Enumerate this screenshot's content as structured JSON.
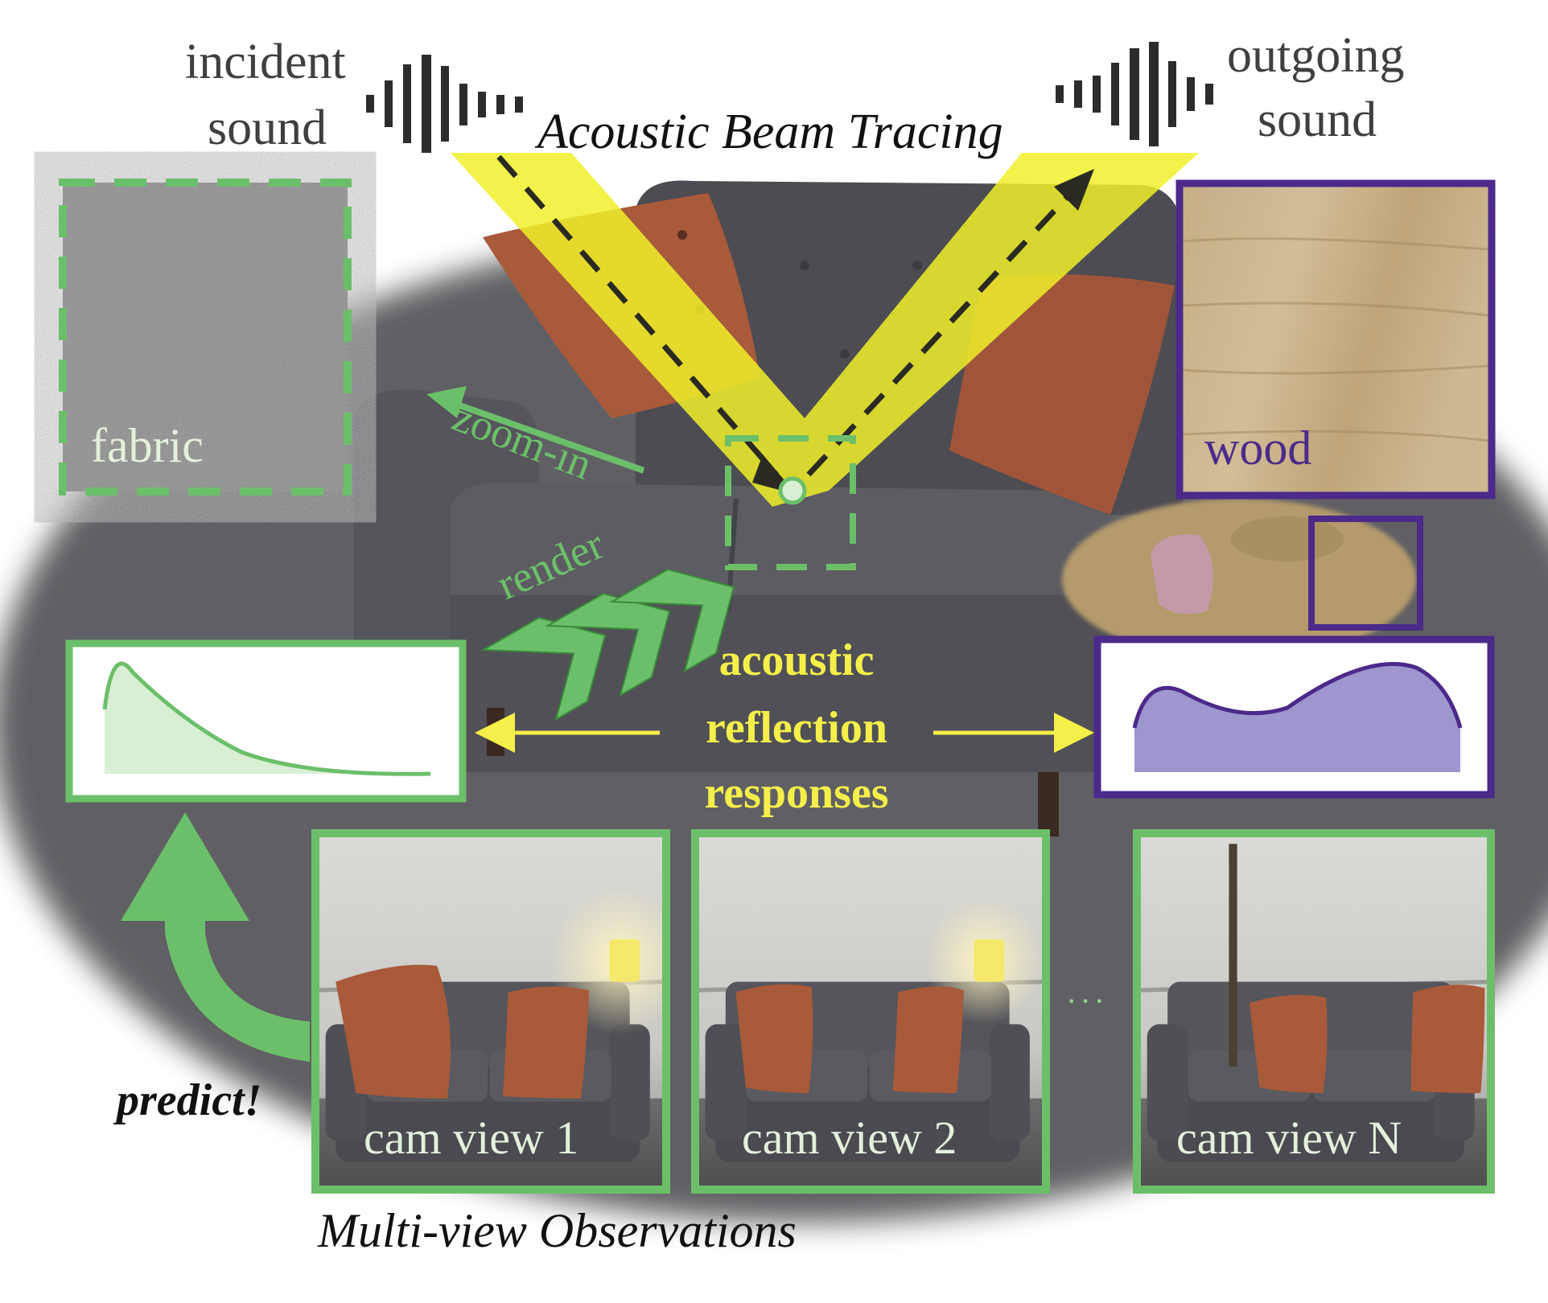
{
  "labels": {
    "incident_line1": "incident",
    "incident_line2": "sound",
    "outgoing_line1": "outgoing",
    "outgoing_line2": "sound",
    "beam_title": "Acoustic Beam Tracing",
    "fabric": "fabric",
    "wood": "wood",
    "zoom_in": "zoom-in",
    "render": "render",
    "responses_line1": "acoustic",
    "responses_line2": "reflection",
    "responses_line3": "responses",
    "predict": "predict!",
    "cam_view_1": "cam view 1",
    "cam_view_2": "cam view 2",
    "cam_view_n": "cam view N",
    "ellipsis": "···",
    "caption": "Multi-view Observations"
  },
  "colors": {
    "green": "#6cbf6a",
    "light_green": "#d8efd3",
    "purple": "#4b2a8a",
    "light_purple": "#9d96cf",
    "beam_yellow": "#f0f02a",
    "text_yellow": "#f5ef4a",
    "sofa": "#4a4a50",
    "pillow": "#a85a3a",
    "wood": "#c9b48e"
  },
  "icons": {
    "sound_wave": "waveform-icon",
    "arrow": "arrow-icon",
    "chevrons": "chevron-right-icon"
  }
}
